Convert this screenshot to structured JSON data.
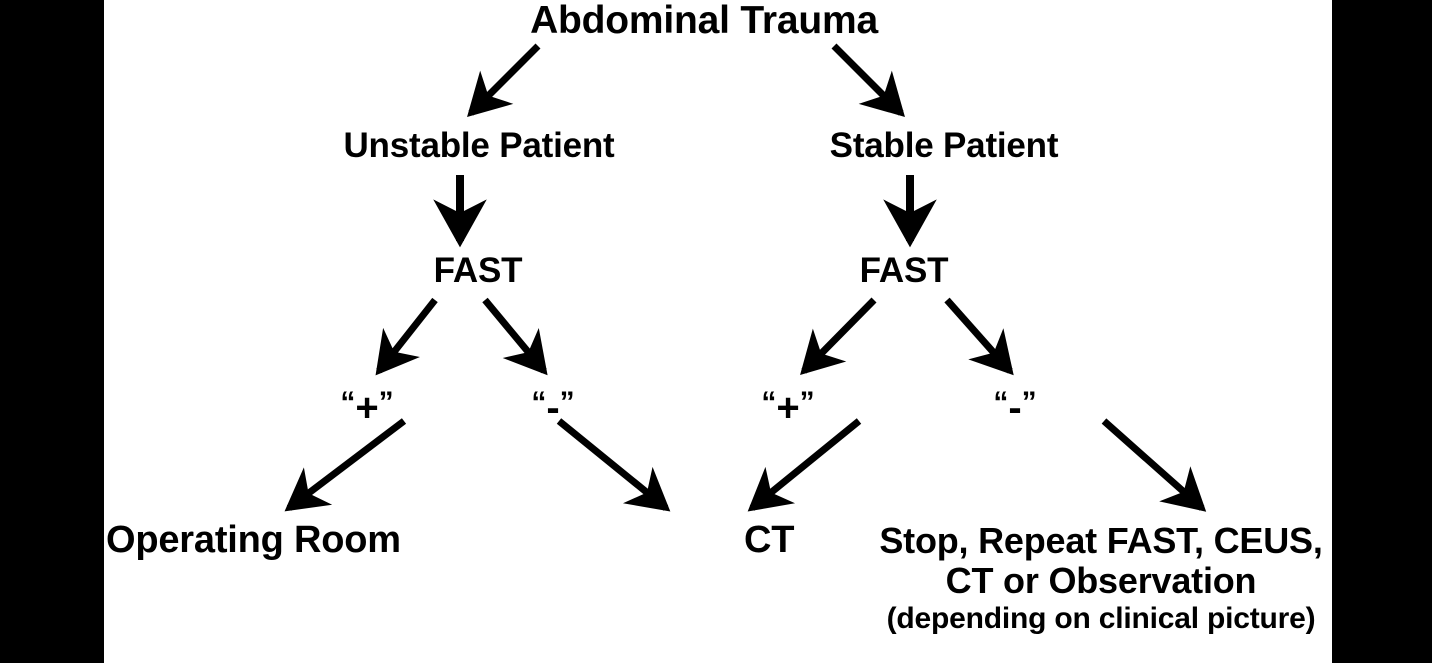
{
  "figure": {
    "title": "Abdominal Trauma",
    "type": "clinical-decision-flowchart",
    "background": "#ffffff",
    "foreground": "#000000",
    "letterbox_color": "#000000"
  },
  "nodes": {
    "root": "Abdominal Trauma",
    "unstable": "Unstable Patient",
    "stable": "Stable Patient",
    "fast_left": "FAST",
    "fast_right": "FAST",
    "operating_room": "Operating Room",
    "ct": "CT",
    "stop_line1": "Stop, Repeat FAST,",
    "stop_line2": "CEUS, CT or Observation",
    "stop_line3": "(depending on clinical picture)"
  },
  "signs": {
    "open_quote": "“",
    "close_quote": "”",
    "positive": "+",
    "negative": "-",
    "left_positive": "“+”",
    "left_negative": "“-”",
    "right_positive": "“+”",
    "right_negative": "“-”"
  },
  "edges": [
    {
      "name": "root-to-unstable",
      "from": "Abdominal Trauma",
      "to": "Unstable Patient"
    },
    {
      "name": "root-to-stable",
      "from": "Abdominal Trauma",
      "to": "Stable Patient"
    },
    {
      "name": "unstable-to-fast",
      "from": "Unstable Patient",
      "to": "FAST"
    },
    {
      "name": "stable-to-fast",
      "from": "Stable Patient",
      "to": "FAST"
    },
    {
      "name": "fast-left-to-positive",
      "from": "FAST",
      "to": "“+”"
    },
    {
      "name": "fast-left-to-negative",
      "from": "FAST",
      "to": "“-”"
    },
    {
      "name": "fast-right-to-positive",
      "from": "FAST",
      "to": "“+”"
    },
    {
      "name": "fast-right-to-negative",
      "from": "FAST",
      "to": "“-”"
    },
    {
      "name": "left-positive-to-operating-room",
      "from": "“+”",
      "to": "Operating Room"
    },
    {
      "name": "left-negative-to-ct",
      "from": "“-”",
      "to": "CT"
    },
    {
      "name": "right-positive-to-ct",
      "from": "“+”",
      "to": "CT"
    },
    {
      "name": "right-negative-to-stop",
      "from": "“-”",
      "to": "Stop, Repeat FAST, CEUS, CT or Observation"
    }
  ]
}
